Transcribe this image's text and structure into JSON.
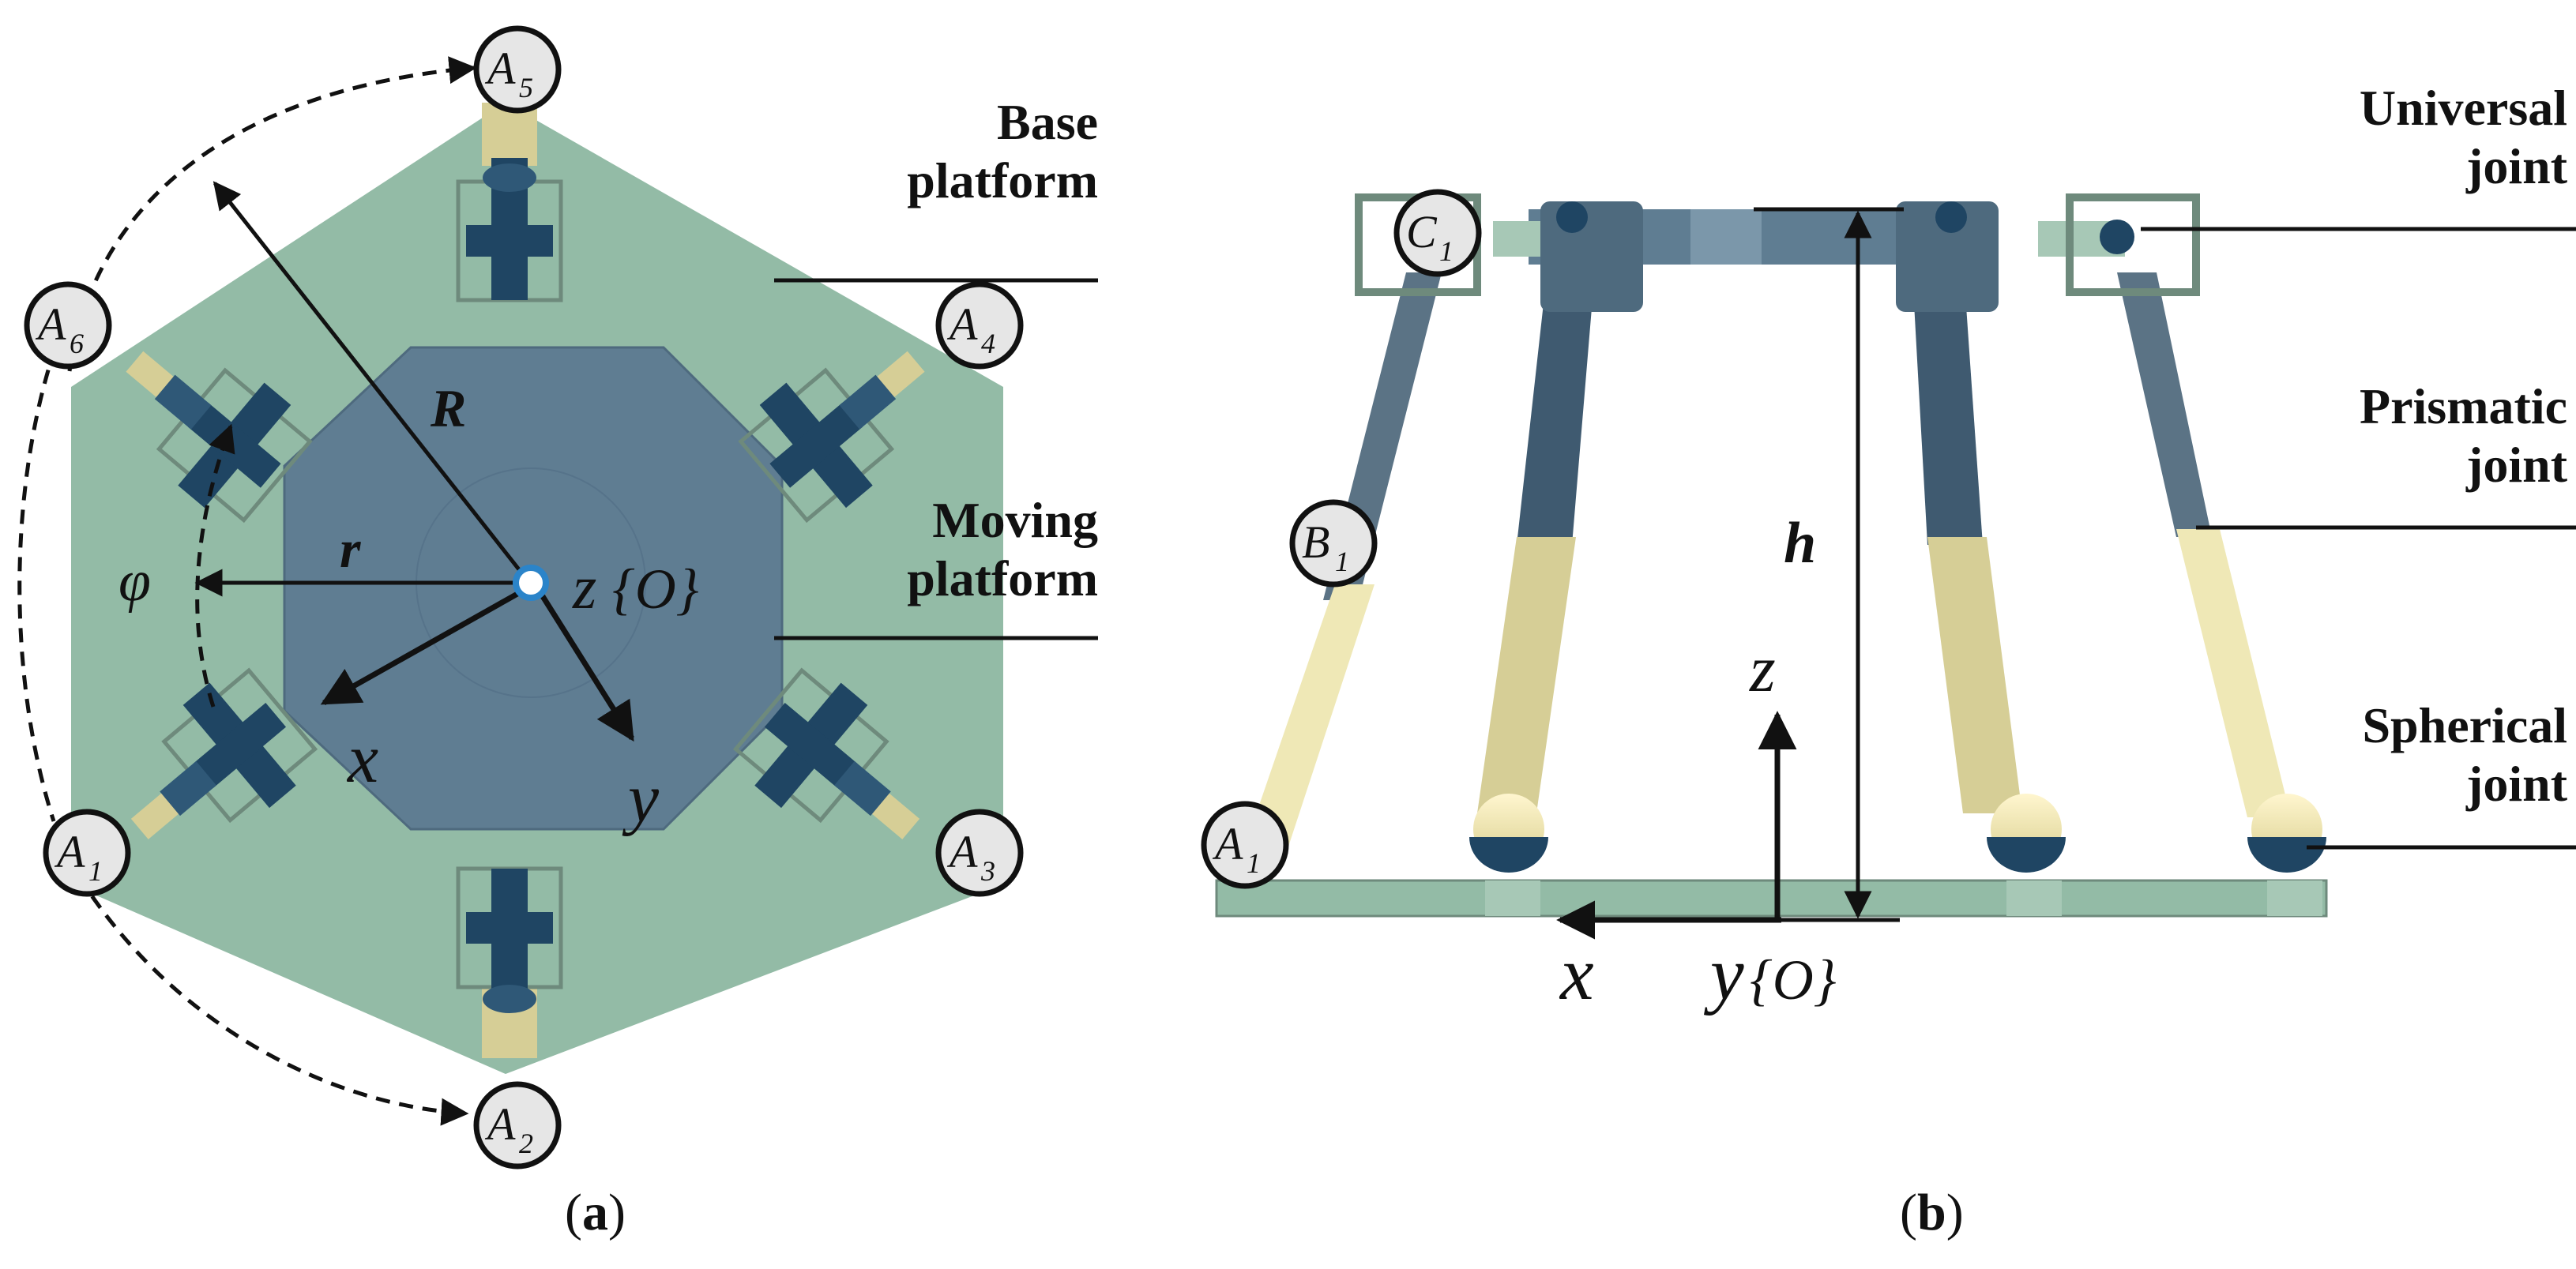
{
  "panel_a": {
    "nodes": [
      {
        "letter": "A",
        "sub": "1"
      },
      {
        "letter": "A",
        "sub": "2"
      },
      {
        "letter": "A",
        "sub": "3"
      },
      {
        "letter": "A",
        "sub": "4"
      },
      {
        "letter": "A",
        "sub": "5"
      },
      {
        "letter": "A",
        "sub": "6"
      }
    ],
    "labels": {
      "R": "R",
      "r": "r",
      "phi": "φ",
      "x": "x",
      "y": "y",
      "z": "z",
      "origin": "{O}"
    },
    "callouts": {
      "base_line1": "Base",
      "base_line2": "platform",
      "moving_line1": "Moving",
      "moving_line2": "platform"
    },
    "caption_open": "(",
    "caption_letter": "a",
    "caption_close": ")"
  },
  "panel_b": {
    "nodes": {
      "C1": {
        "letter": "C",
        "sub": "1"
      },
      "B1": {
        "letter": "B",
        "sub": "1"
      },
      "A1": {
        "letter": "A",
        "sub": "1"
      }
    },
    "labels": {
      "h": "h",
      "z": "z",
      "x": "x",
      "y": "y",
      "origin": "{O}"
    },
    "callouts": {
      "universal_line1": "Universal",
      "universal_line2": "joint",
      "prismatic_line1": "Prismatic",
      "prismatic_line2": "joint",
      "spherical_line1": "Spherical",
      "spherical_line2": "joint"
    },
    "caption_open": "(",
    "caption_letter": "b",
    "caption_close": ")"
  },
  "colors": {
    "base_green": "#93bba6",
    "moving_blue": "#5f7d92",
    "joint_navy": "#1f4563",
    "leg_slate": "#5b7385",
    "cylinder_cream": "#efe8b6",
    "node_fill": "#e6e6e6"
  }
}
